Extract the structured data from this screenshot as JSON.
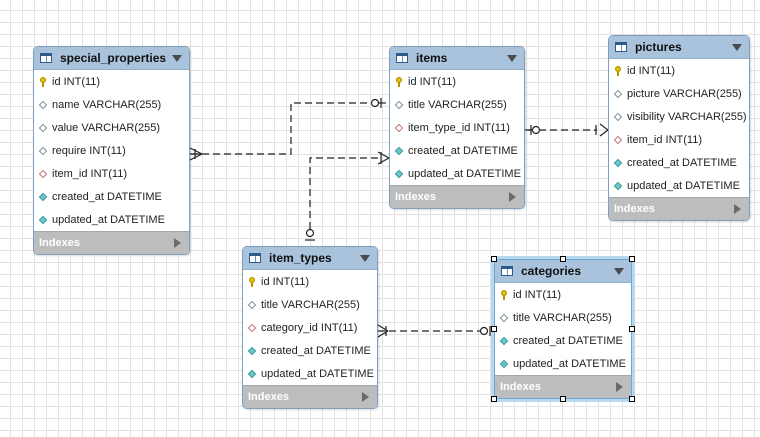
{
  "colors": {
    "header_bg": "#a9c3dd",
    "index_bar_bg": "#bdbdbd",
    "grid_line": "#e2e2e2",
    "pk_icon": "#e5c100",
    "filled_diamond": "#6cc9c9",
    "fk_diamond": "#c07070",
    "connector": "#222222"
  },
  "index_label": "Indexes",
  "tables": [
    {
      "id": "special_properties",
      "name": "special_properties",
      "columns": [
        {
          "icon": "primary-key-icon",
          "text": "id INT(11)"
        },
        {
          "icon": "attribute-icon",
          "text": "name VARCHAR(255)"
        },
        {
          "icon": "attribute-icon",
          "text": "value VARCHAR(255)"
        },
        {
          "icon": "attribute-icon",
          "text": "require INT(11)"
        },
        {
          "icon": "foreign-key-icon",
          "text": "item_id INT(11)"
        },
        {
          "icon": "not-null-attribute-icon",
          "text": "created_at DATETIME"
        },
        {
          "icon": "not-null-attribute-icon",
          "text": "updated_at DATETIME"
        }
      ]
    },
    {
      "id": "items",
      "name": "items",
      "columns": [
        {
          "icon": "primary-key-icon",
          "text": "id INT(11)"
        },
        {
          "icon": "attribute-icon",
          "text": "title VARCHAR(255)"
        },
        {
          "icon": "foreign-key-icon",
          "text": "item_type_id INT(11)"
        },
        {
          "icon": "not-null-attribute-icon",
          "text": "created_at DATETIME"
        },
        {
          "icon": "not-null-attribute-icon",
          "text": "updated_at DATETIME"
        }
      ]
    },
    {
      "id": "pictures",
      "name": "pictures",
      "columns": [
        {
          "icon": "primary-key-icon",
          "text": "id INT(11)"
        },
        {
          "icon": "attribute-icon",
          "text": "picture VARCHAR(255)"
        },
        {
          "icon": "attribute-icon",
          "text": "visibility VARCHAR(255)"
        },
        {
          "icon": "foreign-key-icon",
          "text": "item_id INT(11)"
        },
        {
          "icon": "not-null-attribute-icon",
          "text": "created_at DATETIME"
        },
        {
          "icon": "not-null-attribute-icon",
          "text": "updated_at DATETIME"
        }
      ]
    },
    {
      "id": "item_types",
      "name": "item_types",
      "columns": [
        {
          "icon": "primary-key-icon",
          "text": "id INT(11)"
        },
        {
          "icon": "attribute-icon",
          "text": "title VARCHAR(255)"
        },
        {
          "icon": "foreign-key-icon",
          "text": "category_id INT(11)"
        },
        {
          "icon": "not-null-attribute-icon",
          "text": "created_at DATETIME"
        },
        {
          "icon": "not-null-attribute-icon",
          "text": "updated_at DATETIME"
        }
      ]
    },
    {
      "id": "categories",
      "name": "categories",
      "selected": true,
      "columns": [
        {
          "icon": "primary-key-icon",
          "text": "id INT(11)"
        },
        {
          "icon": "attribute-icon",
          "text": "title VARCHAR(255)"
        },
        {
          "icon": "not-null-attribute-icon",
          "text": "created_at DATETIME"
        },
        {
          "icon": "not-null-attribute-icon",
          "text": "updated_at DATETIME"
        }
      ]
    }
  ],
  "relationships": [
    {
      "from": "items",
      "to": "special_properties",
      "type": "one-to-many"
    },
    {
      "from": "items",
      "to": "pictures",
      "type": "one-to-many"
    },
    {
      "from": "item_types",
      "to": "items",
      "type": "one-to-many"
    },
    {
      "from": "categories",
      "to": "item_types",
      "type": "one-to-many"
    }
  ]
}
